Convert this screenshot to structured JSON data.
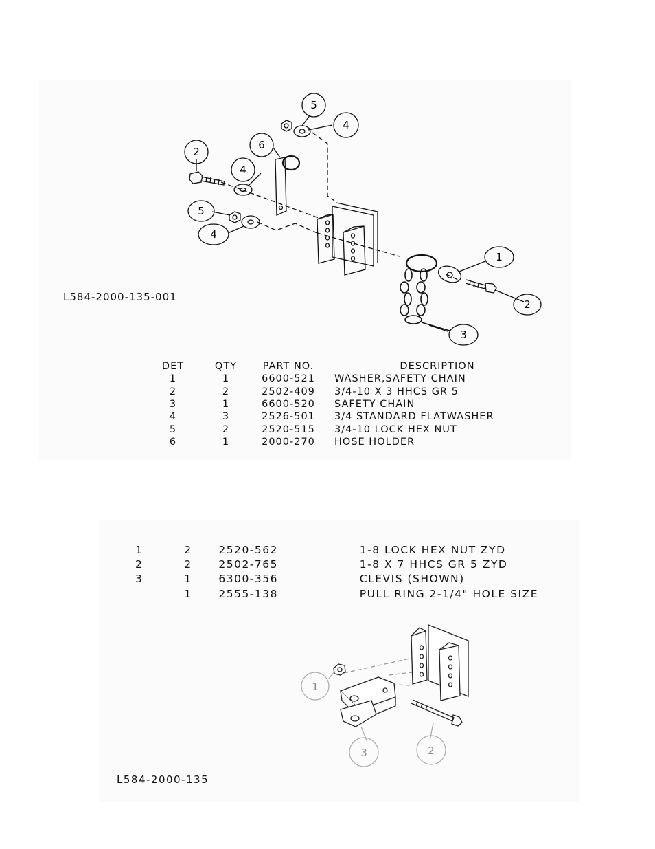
{
  "top_figure": {
    "drawing_number": "L584-2000-135-001",
    "callouts": [
      "5",
      "4",
      "2",
      "6",
      "4",
      "5",
      "4",
      "1",
      "2",
      "3"
    ],
    "table": {
      "headers": {
        "det": "DET",
        "qty": "QTY",
        "part_no": "PART NO.",
        "description": "DESCRIPTION"
      },
      "rows": [
        {
          "det": "1",
          "qty": "1",
          "part_no": "6600-521",
          "description": "WASHER,SAFETY CHAIN"
        },
        {
          "det": "2",
          "qty": "2",
          "part_no": "2502-409",
          "description": "3/4-10 X 3 HHCS GR 5"
        },
        {
          "det": "3",
          "qty": "1",
          "part_no": "6600-520",
          "description": "SAFETY CHAIN"
        },
        {
          "det": "4",
          "qty": "3",
          "part_no": "2526-501",
          "description": "3/4 STANDARD FLATWASHER"
        },
        {
          "det": "5",
          "qty": "2",
          "part_no": "2520-515",
          "description": "3/4-10 LOCK HEX NUT"
        },
        {
          "det": "6",
          "qty": "1",
          "part_no": "2000-270",
          "description": "HOSE HOLDER"
        }
      ]
    }
  },
  "bottom_figure": {
    "drawing_number": "L584-2000-135",
    "callouts": [
      "1",
      "3",
      "2"
    ],
    "table": {
      "rows": [
        {
          "det": "1",
          "qty": "2",
          "part_no": "2520-562",
          "description": "1-8 LOCK HEX NUT ZYD"
        },
        {
          "det": "2",
          "qty": "2",
          "part_no": "2502-765",
          "description": "1-8 X 7 HHCS GR 5 ZYD"
        },
        {
          "det": "3",
          "qty": "1",
          "part_no": "6300-356",
          "description": "CLEVIS (SHOWN)"
        },
        {
          "det": "",
          "qty": "1",
          "part_no": "2555-138",
          "description": "PULL RING 2-1/4\" HOLE SIZE"
        }
      ]
    }
  }
}
